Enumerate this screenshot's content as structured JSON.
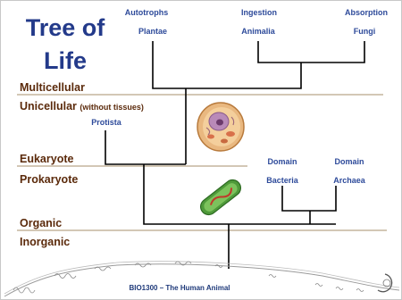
{
  "title_lines": [
    "Tree of",
    "Life"
  ],
  "levels": {
    "multicellular": "Multicellular",
    "unicellular": "Unicellular",
    "unicellular_note": "(without tissues)",
    "eukaryote": "Eukaryote",
    "prokaryote": "Prokaryote",
    "organic": "Organic",
    "inorganic": "Inorganic"
  },
  "modes": {
    "autotrophs": "Autotrophs",
    "ingestion": "Ingestion",
    "absorption": "Absorption"
  },
  "kingdoms": {
    "plantae": "Plantae",
    "animalia": "Animalia",
    "fungi": "Fungi",
    "protista": "Protista"
  },
  "domains": {
    "domain_left": "Domain",
    "domain_right": "Domain",
    "bacteria": "Bacteria",
    "archaea": "Archaea"
  },
  "footer": {
    "course": "BIO1300 – The Human Animal"
  },
  "colors": {
    "title": "#233a8a",
    "labels": "#5b2a0b",
    "names": "#2d4a9a",
    "tree": "#000000"
  }
}
